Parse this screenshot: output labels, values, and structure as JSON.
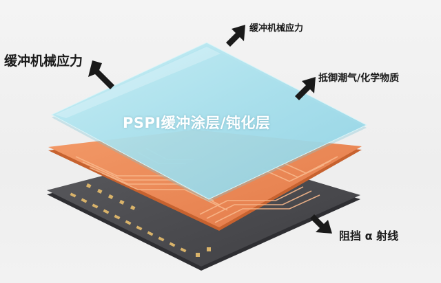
{
  "labels": {
    "top_left": "缓冲机械应力",
    "top_right": "缓冲机械应力",
    "right_middle": "抵御潮气/化学物质",
    "center": "PSPI缓冲涂层/钝化层",
    "bottom_right": "阻挡 α 射线"
  },
  "colors": {
    "pspi_layer": "#a9e1ec",
    "copper_layer": "#ee8a57",
    "chip_base": "#4a4a4e",
    "arrow": "#1a1a1a",
    "background": "#f0f0f0"
  }
}
